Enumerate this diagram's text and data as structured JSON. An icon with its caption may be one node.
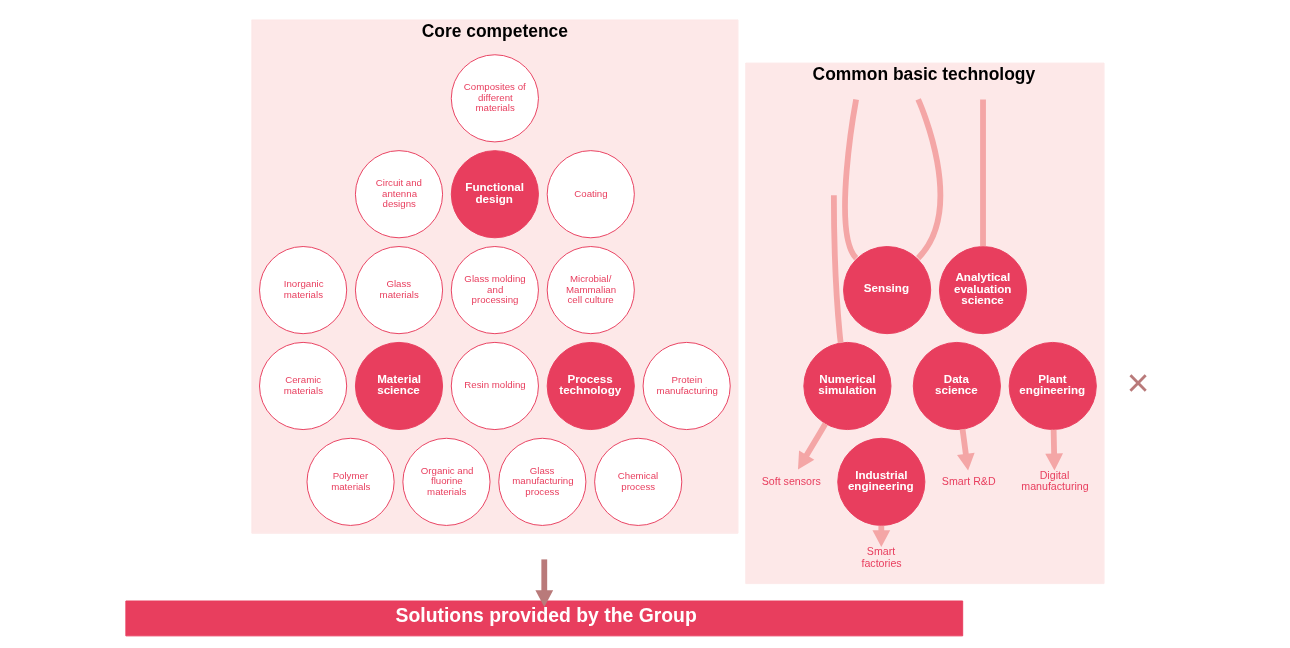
{
  "diagram": {
    "nodes": [
      {
        "text": [
          "Core competence"
        ]
      },
      {
        "text": [
          "Composites of different materials"
        ],
        "in": 0
      },
      {
        "text": [
          "Circuit and antenna designs"
        ],
        "in": 0
      },
      {
        "text": [
          "Functional design"
        ],
        "in": 0
      },
      {
        "text": [
          "Coating"
        ],
        "in": 0
      },
      {
        "text": [
          "Inorganic materials"
        ],
        "in": 0
      },
      {
        "text": [
          "Glass materials"
        ],
        "in": 0
      },
      {
        "text": [
          "Glass molding and processing"
        ],
        "in": 0
      },
      {
        "text": [
          "Microbial/ Mammalian cell culture"
        ],
        "in": 0
      },
      {
        "text": [
          "Ceramic materials"
        ],
        "in": 0
      },
      {
        "text": [
          "Material science"
        ],
        "in": 0
      },
      {
        "text": [
          "Resin molding"
        ],
        "in": 0
      },
      {
        "text": [
          "Process technology"
        ],
        "in": 0
      },
      {
        "text": [
          "Protein manufacturing"
        ],
        "in": 0
      },
      {
        "text": [
          "Polymer materials"
        ],
        "in": 0
      },
      {
        "text": [
          "Organic and fluorine materials"
        ],
        "in": 0
      },
      {
        "text": [
          "Glass manufacturing process"
        ],
        "in": 0
      },
      {
        "text": [
          "Chemical process"
        ],
        "in": 0
      },
      {
        "text": [
          "Common basic technology"
        ]
      },
      {
        "text": [
          "Sensing"
        ],
        "in": 18
      },
      {
        "text": [
          "Analytical evaluation science"
        ],
        "in": 18
      },
      {
        "text": [
          "Numerical simulation"
        ],
        "in": 18
      },
      {
        "text": [
          "Data science"
        ],
        "in": 18
      },
      {
        "text": [
          "Plant engineering"
        ],
        "in": 18
      },
      {
        "text": [
          "Industrial engineering"
        ],
        "in": 18
      },
      {
        "text": [
          "Soft sensors"
        ],
        "in": 18
      },
      {
        "text": [
          "Smart R&D"
        ],
        "in": 18
      },
      {
        "text": [
          "Digital manufacturing"
        ],
        "in": 18
      },
      {
        "text": [
          "Smart factories"
        ],
        "in": 18
      },
      {
        "text": [
          "Solutions provided by the Group"
        ]
      }
    ],
    "edges": [
      {
        "from": null,
        "to": 19,
        "arrow": "none"
      },
      {
        "from": null,
        "to": 19,
        "arrow": "none"
      },
      {
        "from": null,
        "to": 20,
        "arrow": "none"
      },
      {
        "from": null,
        "to": 21,
        "arrow": "none"
      },
      {
        "from": 21,
        "to": 25,
        "arrow": "to"
      },
      {
        "from": 22,
        "to": 26,
        "arrow": "to"
      },
      {
        "from": 23,
        "to": 27,
        "arrow": "to"
      },
      {
        "from": 24,
        "to": 28,
        "arrow": "to"
      },
      {
        "from": null,
        "to": 29,
        "arrow": "to",
        "color": "#b97a7a"
      }
    ],
    "labels": [
      "×"
    ]
  }
}
